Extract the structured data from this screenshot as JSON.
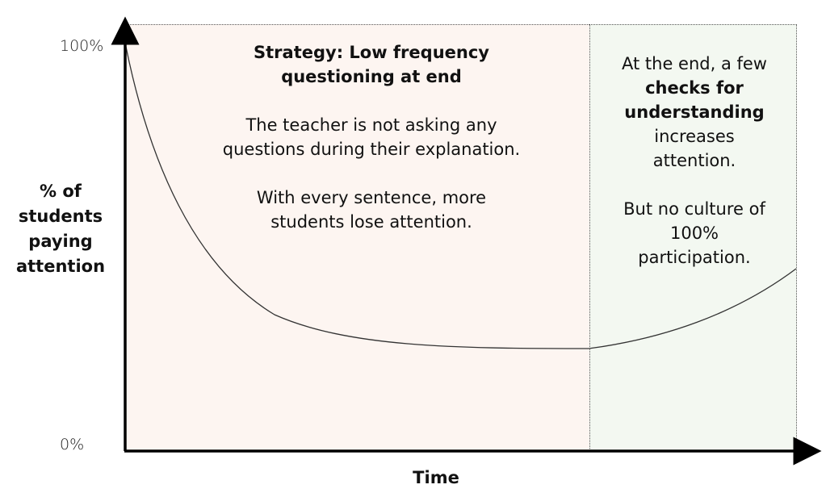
{
  "chart_data": {
    "type": "line",
    "title": "Strategy: Low frequency questioning at end",
    "xlabel": "Time",
    "ylabel": "% of students paying attention",
    "y_ticks": [
      "100%",
      "0%"
    ],
    "ylim": [
      0,
      100
    ],
    "x_range": [
      0,
      100
    ],
    "series": [
      {
        "name": "attention",
        "x": [
          0,
          10,
          20,
          30,
          40,
          50,
          60,
          69,
          75,
          80,
          85,
          90,
          95,
          100
        ],
        "y": [
          100,
          70,
          48,
          35,
          29,
          26,
          25,
          25,
          27,
          30,
          34,
          39,
          44,
          50
        ]
      }
    ],
    "regions": [
      {
        "name": "explanation",
        "x_start": 0,
        "x_end": 69,
        "color": "#fdf5f1"
      },
      {
        "name": "end-checks",
        "x_start": 69,
        "x_end": 100,
        "color": "#f3f8f1"
      }
    ],
    "grid": false,
    "legend": "none"
  },
  "axes": {
    "y_top": "100%",
    "y_bottom": "0%",
    "y_label_lines": [
      "% of",
      "students",
      "paying",
      "attention"
    ],
    "x_label": "Time"
  },
  "left_panel": {
    "title_line1": "Strategy: Low frequency",
    "title_line2": "questioning at end",
    "para1_line1": "The teacher is not asking any",
    "para1_line2": "questions during their explanation.",
    "para2_line1": "With every sentence, more",
    "para2_line2": "students lose attention."
  },
  "right_panel": {
    "line1": "At the end, a few",
    "bold1": "checks for",
    "bold2": "understanding",
    "line2": "increases",
    "line3": "attention.",
    "para2_line1": "But no culture of",
    "para2_line2": "100%",
    "para2_line3": "participation."
  },
  "colors": {
    "left_region": "#fdf5f1",
    "right_region": "#f3f8f1",
    "curve": "#333333",
    "axis": "#000000"
  }
}
